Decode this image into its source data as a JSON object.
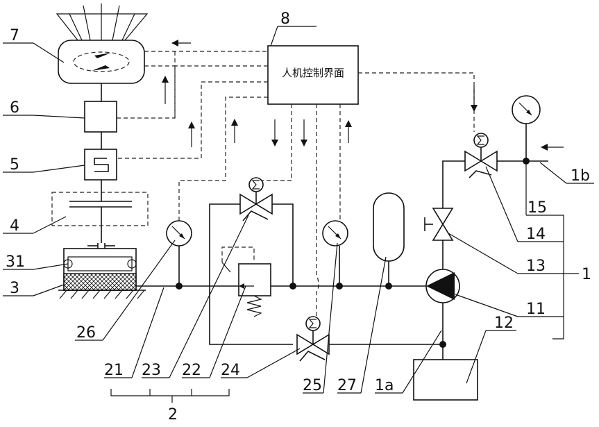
{
  "control_panel": {
    "number": "8",
    "text": "人机控制界面"
  },
  "labels": {
    "l7": "7",
    "l6": "6",
    "l5": "5",
    "l4": "4",
    "l31": "31",
    "l3": "3",
    "l26": "26",
    "l21": "21",
    "l23": "23",
    "l22": "22",
    "l24": "24",
    "l25": "25",
    "l27": "27",
    "l1a": "1a",
    "l12": "12",
    "l11": "11",
    "l13": "13",
    "l14": "14",
    "l15": "15",
    "l1b": "1b",
    "l1": "1",
    "l2": "2"
  },
  "icons": {
    "solenoid": "sigma-solenoid-icon",
    "gauge": "pressure-gauge-icon",
    "pump": "pump-triangle-icon",
    "switch": "s-switch-icon"
  }
}
